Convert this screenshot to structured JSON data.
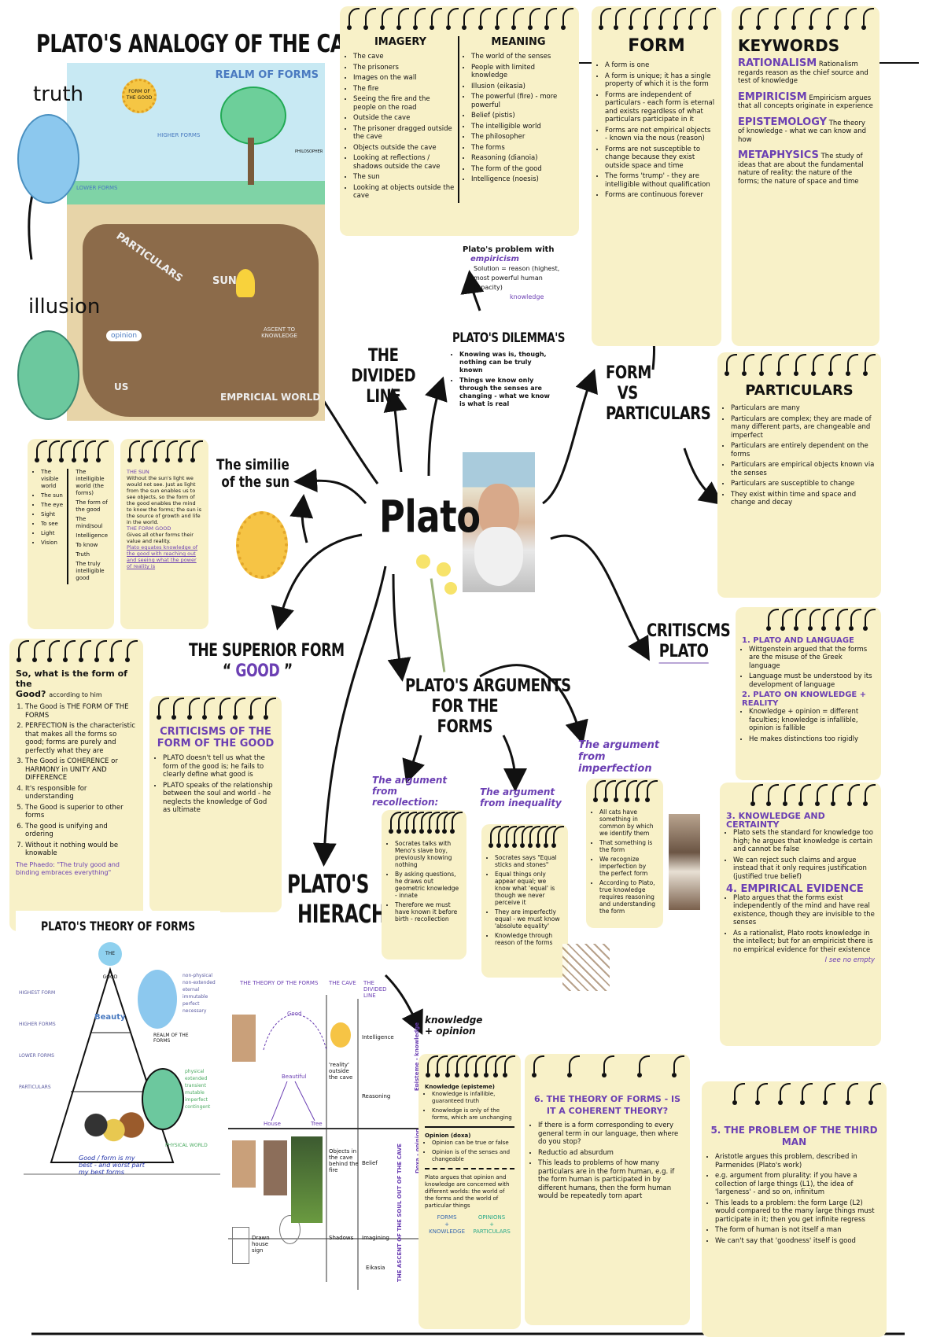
{
  "central": {
    "label": "Plato"
  },
  "cave": {
    "title": "PLATO'S ANALOGY OF THE CAVE",
    "truth": "truth",
    "illusion": "illusion",
    "labels": {
      "realm": "REALM OF FORMS",
      "sun_good": "FORM OF THE GOOD",
      "higher": "HIGHER FORMS",
      "lower": "LOWER FORMS",
      "philosopher": "PHILOSOPHER",
      "particulars": "PARTICULARS",
      "sun": "SUN",
      "opinion": "opinion",
      "us": "US",
      "ascent": "ASCENT TO KNOWLEDGE",
      "empirical": "EMPRICIAL WORLD"
    }
  },
  "imagery": {
    "head_left": "IMAGERY",
    "head_right": "MEANING",
    "left": [
      "The cave",
      "The prisoners",
      "Images on the wall",
      "The fire",
      "Seeing the fire and the people on the road",
      "Outside the cave",
      "The prisoner dragged outside the cave",
      "Objects outside the cave",
      "Looking at reflections / shadows outside the cave",
      "The sun",
      "Looking at objects outside the cave"
    ],
    "right": [
      "The world of the senses",
      "People with limited knowledge",
      "Illusion (eikasia)",
      "The powerful (fire) - more powerful",
      "Belief (pistis)",
      "The intelligible world",
      "The philosopher",
      "The forms",
      "Reasoning (dianoia)",
      "The form of the good",
      "Intelligence (noesis)"
    ]
  },
  "form_note": {
    "title": "FORM",
    "items": [
      "A form is one",
      "A form is unique; it has a single property of which it is the form",
      "Forms are independent of particulars - each form is eternal and exists regardless of what particulars participate in it",
      "Forms are not empirical objects - known via the nous (reason)",
      "Forms are not susceptible to change because they exist outside space and time",
      "The forms 'trump' - they are intelligible without qualification",
      "Forms are continuous forever"
    ]
  },
  "keywords": {
    "title": "KEYWORDS",
    "items": [
      {
        "term": "RATIONALISM",
        "def": "Rationalism regards reason as the chief source and test of knowledge"
      },
      {
        "term": "EMPIRICISM",
        "def": "Empiricism argues that all concepts originate in experience"
      },
      {
        "term": "EPISTEMOLOGY",
        "def": "The theory of knowledge - what we can know and how"
      },
      {
        "term": "METAPHYSICS",
        "def": "The study of ideas that are about the fundamental nature of reality: the nature of the forms; the nature of space and time"
      }
    ]
  },
  "problem": {
    "line1": "Plato's problem with",
    "line2": "empiricism",
    "bullet": "Solution = reason (highest, most powerful human capacity)",
    "tag": "knowledge"
  },
  "divided_line": "THE DIVIDED LINE",
  "dilemmas": {
    "title": "PLATO'S DILEMMA'S",
    "items": [
      "Knowing was is, though, nothing can be truly known",
      "Things we know only through the senses are changing - what we know is what is real"
    ]
  },
  "form_vs": {
    "l1": "FORM",
    "l2": "VS",
    "l3": "PARTICULARS"
  },
  "particulars": {
    "title": "PARTICULARS",
    "items": [
      "Particulars are many",
      "Particulars are complex; they are made of many different parts, are changeable and imperfect",
      "Particulars are entirely dependent on the forms",
      "Particulars are empirical objects known via the senses",
      "Particulars are susceptible to change",
      "They exist within time and space and change and decay"
    ]
  },
  "criticisms_label": {
    "l1": "CRITISCMS OF",
    "l2": "PLATO"
  },
  "crit12": {
    "h1": "1. PLATO AND LANGUAGE",
    "i1": [
      "Wittgenstein argued that the forms are the misuse of the Greek language",
      "Language must be understood by its development of language"
    ],
    "h2": "2. PLATO ON KNOWLEDGE + REALITY",
    "i2": [
      "Knowledge + opinion = different faculties; knowledge is infallible, opinion is fallible",
      "He makes distinctions too rigidly"
    ]
  },
  "crit34": {
    "h3": "3. KNOWLEDGE AND CERTAINTY",
    "i3": [
      "Plato sets the standard for knowledge too high; he argues that knowledge is certain and cannot be false",
      "We can reject such claims and argue instead that it only requires justification (justified true belief)"
    ],
    "h4": "4. EMPIRICAL EVIDENCE",
    "i4": [
      "Plato argues that the forms exist independently of the mind and have real existence, though they are invisible to the senses",
      "As a rationalist, Plato roots knowledge in the intellect; but for an empiricist there is no empirical evidence for their existence"
    ],
    "note": "I see no empty"
  },
  "sun_table": {
    "left": [
      "The visible world",
      "The sun",
      "The eye",
      "Sight",
      "To see",
      "Light",
      "Vision"
    ],
    "right": [
      "The intelligible world (the forms)",
      "The form of the good",
      "The mind/soul",
      "Intelligence",
      "To know",
      "Truth",
      "The truly intelligible good"
    ]
  },
  "sun_text": {
    "h1": "THE SUN",
    "p1": "Without the sun's light we would not see. Just as light from the sun enables us to see objects, so the form of the good enables the mind to know the forms; the sun is the source of growth and life in the world.",
    "h2": "THE FORM GOOD",
    "p2": "Gives all other forms their value and reality.",
    "quote": "Plato equates knowledge of the good with reaching out and seeing what the power of reality is"
  },
  "simile": {
    "l1": "The similie",
    "l2": "of the sun"
  },
  "superior": {
    "l1": "THE SUPERIOR FORM",
    "l2": "GOOD"
  },
  "good_note": {
    "q1": "So, what is the form of the",
    "q2": "Good?",
    "q3": "according to him",
    "items": [
      "The Good is THE FORM OF THE FORMS",
      "PERFECTION is the characteristic that makes all the forms so good; forms are purely and perfectly what they are",
      "The Good is COHERENCE or HARMONY in UNITY AND DIFFERENCE",
      "It's responsible for understanding",
      "The Good is superior to other forms",
      "The good is unifying and ordering",
      "Without it nothing would be knowable"
    ],
    "quote": "The Phaedo: \"The truly good and binding embraces everything\""
  },
  "crit_good": {
    "title": "CRITICISMS OF THE FORM OF THE GOOD",
    "items": [
      "PLATO doesn't tell us what the form of the good is; he fails to clearly define what good is",
      "PLATO speaks of the relationship between the soul and world - he neglects the knowledge of God as ultimate"
    ]
  },
  "hierarchy": {
    "l1": "PLATO'S",
    "l2": "HIERACHY"
  },
  "arguments": {
    "l1": "PLATO'S ARGUMENTS",
    "l2": "FOR THE FORMS"
  },
  "recollection": {
    "title": "The argument from recollection:",
    "items": [
      "Socrates talks with Meno's slave boy, previously knowing nothing",
      "By asking questions, he draws out geometric knowledge - innate",
      "Therefore we must have known it before birth - recollection"
    ]
  },
  "inequality": {
    "title": "The argument from inequality",
    "items": [
      "Socrates says \"Equal sticks and stones\"",
      "Equal things only appear equal; we know what 'equal' is though we never perceive it",
      "They are imperfectly equal - we must know 'absolute equality'",
      "Knowledge through reason of the forms"
    ]
  },
  "imperfection": {
    "title": "The argument from imperfection",
    "items": [
      "All cats have something in common by which we identify them",
      "That something is the form",
      "We recognize imperfection by the perfect form",
      "According to Plato, true knowledge requires reasoning and understanding the form"
    ]
  },
  "theory_img": {
    "title": "PLATO'S THEORY OF FORMS",
    "apex": "THE GOOD",
    "levels": [
      "HIGHEST FORM",
      "HIGHER FORMS",
      "LOWER FORMS",
      "PARTICULARS"
    ],
    "beauty": "Beauty",
    "realm": "REALM OF THE FORMS",
    "physical": "PHYSICAL WORLD",
    "realm_traits": [
      "non-physical",
      "non-extended",
      "eternal",
      "immutable",
      "perfect",
      "necessary"
    ],
    "physical_traits": [
      "physical",
      "extended",
      "transient",
      "mutable",
      "imperfect",
      "contingent"
    ],
    "note": "Good / form is my best - and worst part my best forms"
  },
  "divided_diagram": {
    "h1": "THE THEORY OF THE FORMS",
    "h2": "THE CAVE",
    "h3": "THE DIVIDED LINE",
    "good": "Good",
    "beauty": "Beautiful",
    "house": "House",
    "tree": "Tree",
    "reality": "'reality' outside the cave",
    "objects": "Objects in the cave behind the fire",
    "shadows": "Shadows",
    "intelligence": "Intelligence",
    "reasoning": "Reasoning",
    "belief": "Belief",
    "imagining": "Imagining",
    "shadow_label": "Drawn house sign",
    "vertical1": "THE ASCENT OF THE SOUL OUT OF THE CAVE",
    "vertical2": "Episteme - knowledge",
    "vertical3": "Doxa - opinion",
    "eikasia": "Eikasia"
  },
  "knowledge_opinion": {
    "label": "knowledge + opinion",
    "k_head": "Knowledge (episteme)",
    "k_items": [
      "Knowledge is infallible, guaranteed truth",
      "Knowledge is only of the forms, which are unchanging"
    ],
    "o_head": "Opinion (doxa)",
    "o_items": [
      "Opinion can be true or false",
      "Opinion is of the senses and changeable"
    ],
    "summary": "Plato argues that opinion and knowledge are concerned with different worlds: the world of the forms and the world of particular things",
    "f1": "FORMS",
    "f2": "KNOWLEDGE",
    "g1": "OPINIONS",
    "g2": "PARTICULARS"
  },
  "coherent": {
    "title": "6. THE THEORY OF FORMS - IS IT A COHERENT THEORY?",
    "items": [
      "If there is a form corresponding to every general term in our language, then where do you stop?",
      "Reductio ad absurdum",
      "This leads to problems of how many particulars are in the form human, e.g. if the form human is participated in by different humans, then the form human would be repeatedly torn apart"
    ]
  },
  "third_man": {
    "title": "5. THE PROBLEM OF THE THIRD MAN",
    "items": [
      "Aristotle argues this problem, described in Parmenides (Plato's work)",
      "e.g. argument from plurality: if you have a collection of large things (L1), the idea of 'largeness' - and so on, infinitum",
      "This leads to a problem: the form Large (L2) would compared to the many large things must participate in it; then you get infinite regress",
      "The form of human is not itself a man",
      "We can't say that 'goodness' itself is good"
    ]
  }
}
